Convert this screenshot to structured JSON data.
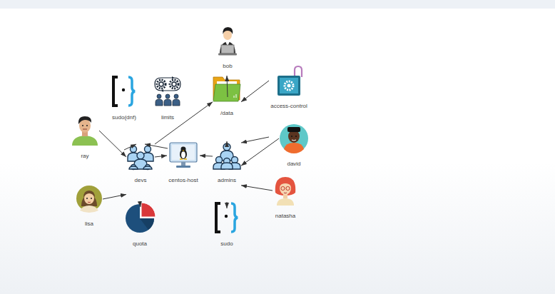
{
  "diagram": {
    "nodes": [
      {
        "text": [
          "bob"
        ]
      },
      {
        "text": [
          "sudo(dnf)"
        ]
      },
      {
        "text": [
          "limits"
        ]
      },
      {
        "text": [
          "/data"
        ]
      },
      {
        "text": [
          "access-control"
        ]
      },
      {
        "text": [
          "ray"
        ]
      },
      {
        "text": [
          "devs"
        ]
      },
      {
        "text": [
          "centos-host"
        ]
      },
      {
        "text": [
          "admins"
        ]
      },
      {
        "text": [
          "david"
        ]
      },
      {
        "text": [
          "lisa"
        ]
      },
      {
        "text": [
          "natasha"
        ]
      },
      {
        "text": [
          "quota"
        ]
      },
      {
        "text": [
          "sudo"
        ]
      }
    ],
    "edges": [
      {
        "from": 0,
        "to": 3,
        "arrow": "to"
      },
      {
        "from": 4,
        "to": 3,
        "arrow": "to"
      },
      {
        "from": 4,
        "to": 8,
        "arrow": "to"
      },
      {
        "from": 1,
        "to": 6,
        "arrow": "to"
      },
      {
        "from": 2,
        "to": 6,
        "arrow": "to"
      },
      {
        "from": 5,
        "to": 6,
        "arrow": "to"
      },
      {
        "from": 10,
        "to": 6,
        "arrow": "to"
      },
      {
        "from": 12,
        "to": 6,
        "arrow": "to"
      },
      {
        "from": 6,
        "to": 3,
        "arrow": "to"
      },
      {
        "from": 6,
        "to": 7,
        "arrow": "to"
      },
      {
        "from": 8,
        "to": 7,
        "arrow": "to"
      },
      {
        "from": 8,
        "to": 3,
        "arrow": "to"
      },
      {
        "from": 9,
        "to": 8,
        "arrow": "to"
      },
      {
        "from": 11,
        "to": 8,
        "arrow": "to"
      },
      {
        "from": 13,
        "to": 8,
        "arrow": "to"
      }
    ]
  }
}
